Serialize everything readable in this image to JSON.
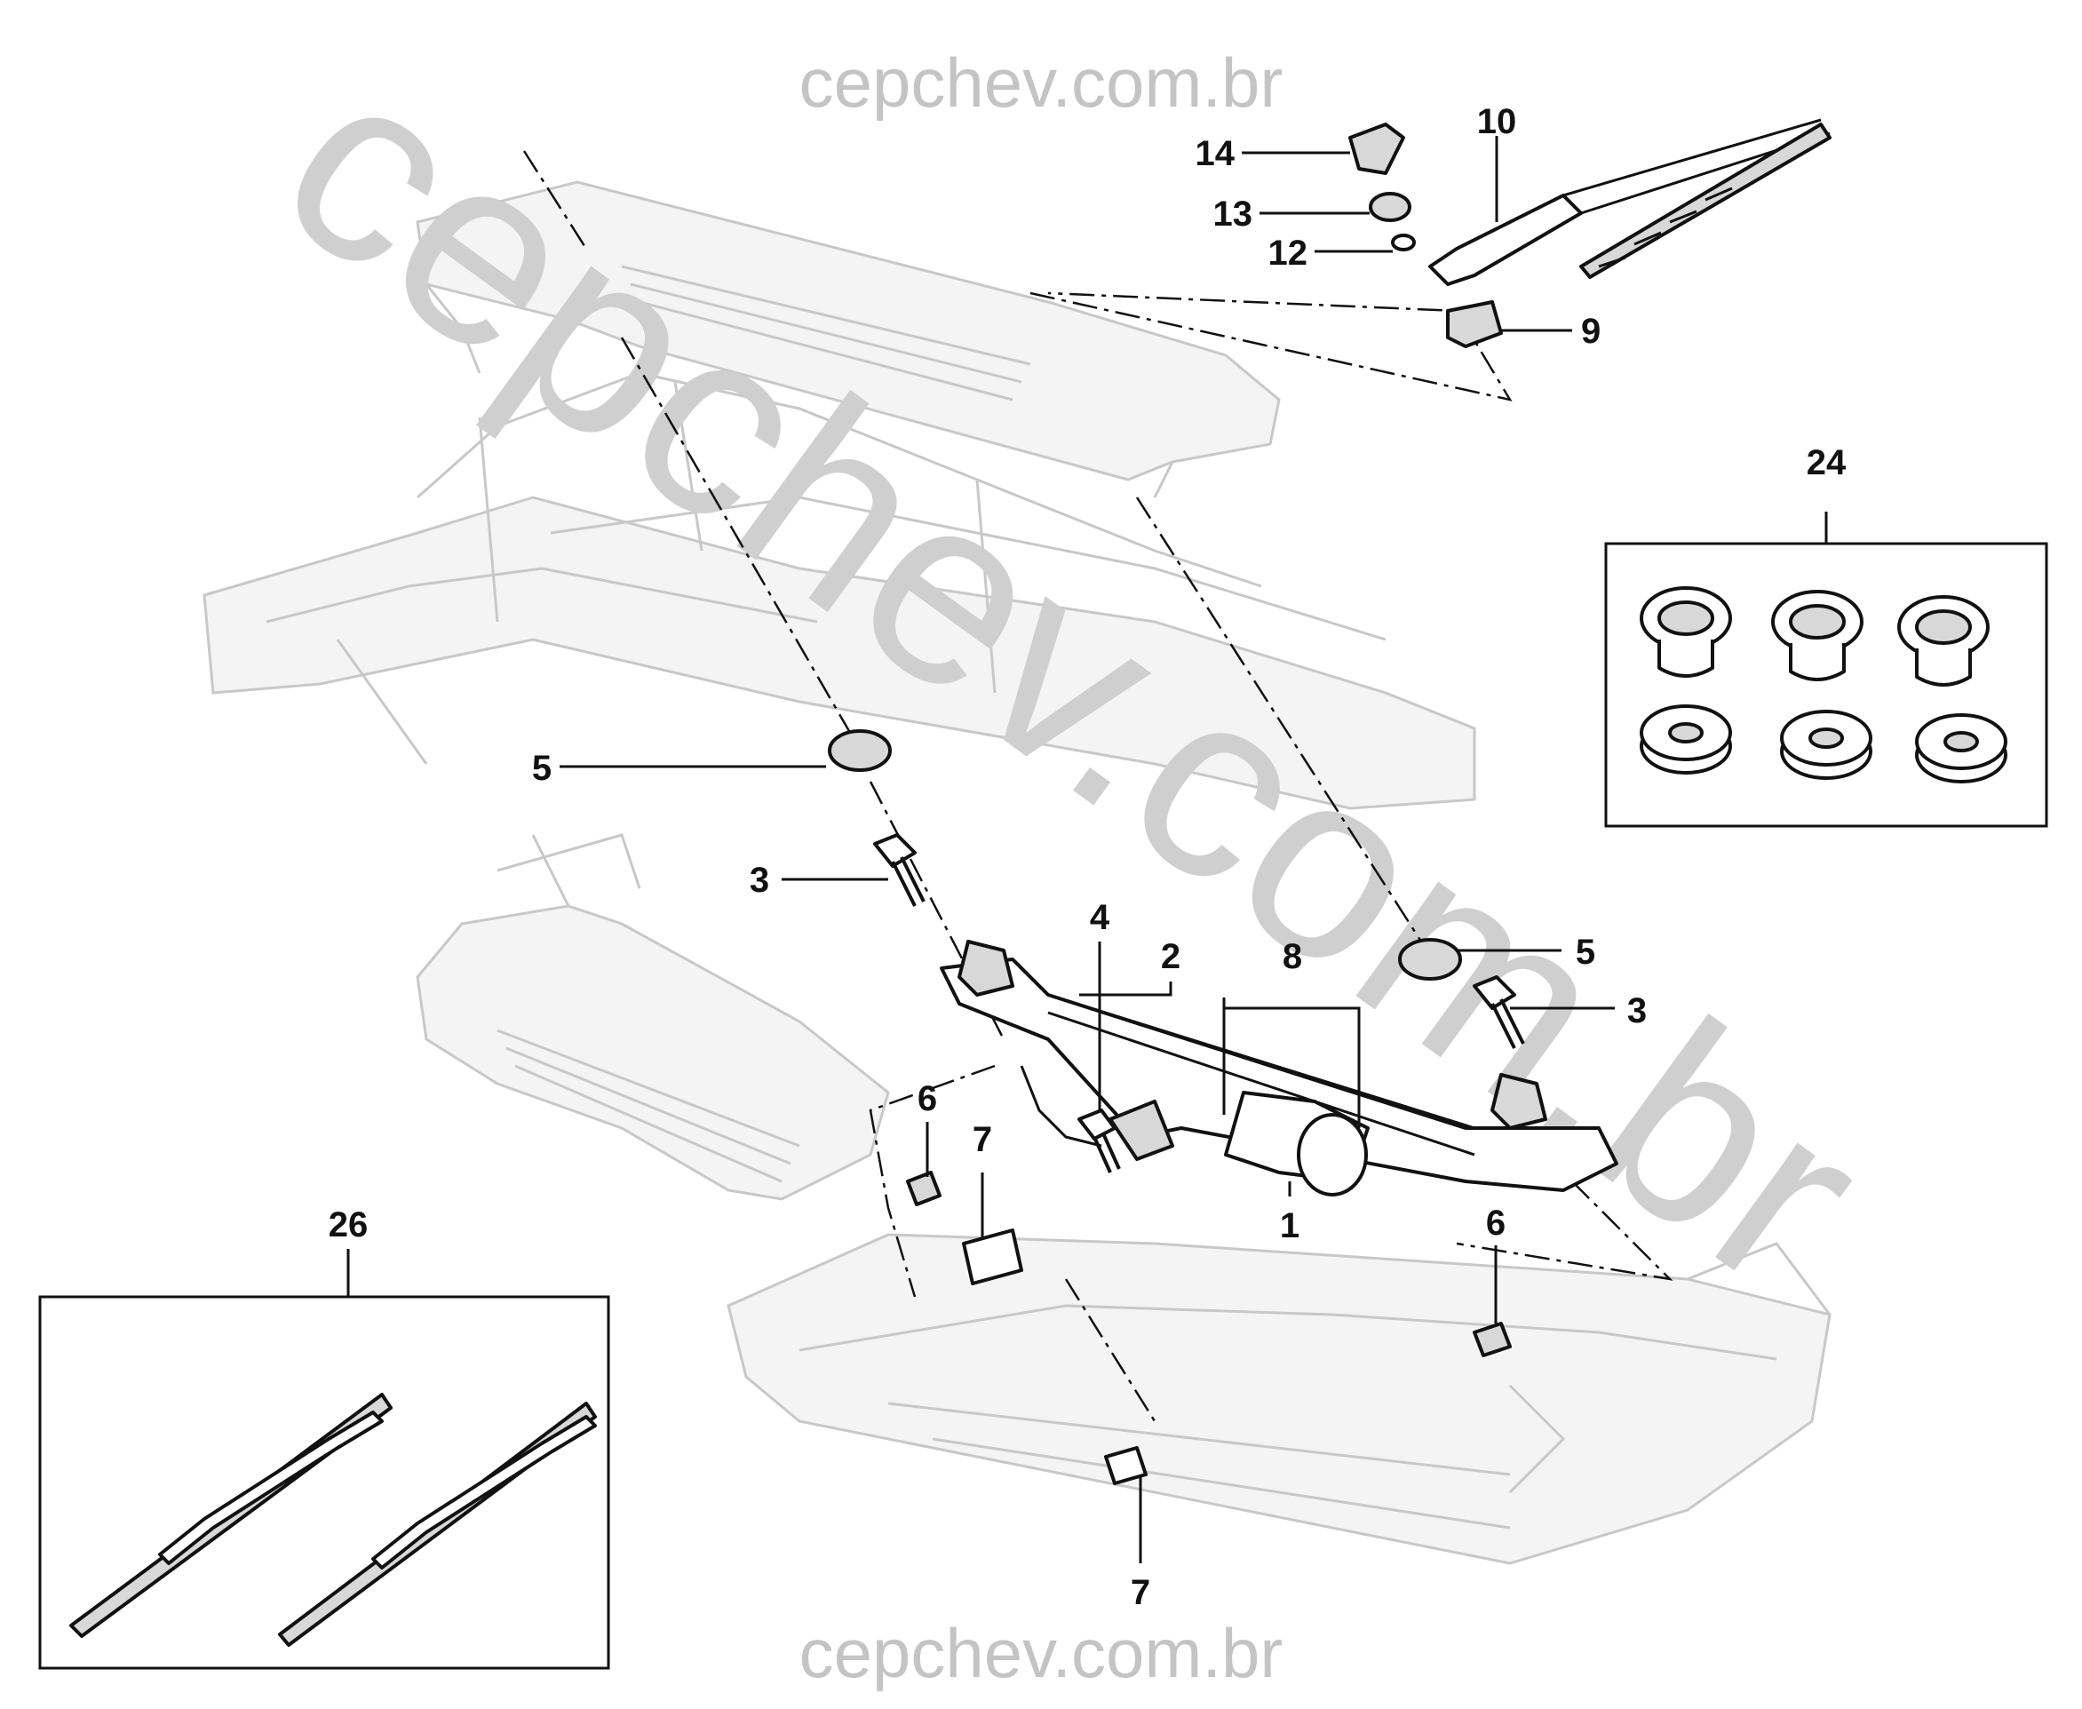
{
  "watermark": {
    "top": "cepchev.com.br",
    "bottom": "cepchev.com.br",
    "diagonal": "cepchev.com.br"
  },
  "callouts": [
    {
      "id": "14",
      "label": "14"
    },
    {
      "id": "13",
      "label": "13"
    },
    {
      "id": "12",
      "label": "12"
    },
    {
      "id": "10",
      "label": "10"
    },
    {
      "id": "9",
      "label": "9"
    },
    {
      "id": "24",
      "label": "24"
    },
    {
      "id": "5a",
      "label": "5"
    },
    {
      "id": "3a",
      "label": "3"
    },
    {
      "id": "4",
      "label": "4"
    },
    {
      "id": "2",
      "label": "2"
    },
    {
      "id": "8",
      "label": "8"
    },
    {
      "id": "5b",
      "label": "5"
    },
    {
      "id": "3b",
      "label": "3"
    },
    {
      "id": "6a",
      "label": "6"
    },
    {
      "id": "7a",
      "label": "7"
    },
    {
      "id": "1",
      "label": "1"
    },
    {
      "id": "6b",
      "label": "6"
    },
    {
      "id": "26",
      "label": "26"
    },
    {
      "id": "7b",
      "label": "7"
    }
  ],
  "colors": {
    "ink": "#111111",
    "ghost": "#c8c8c8",
    "watermark": "#c4c4c4"
  }
}
